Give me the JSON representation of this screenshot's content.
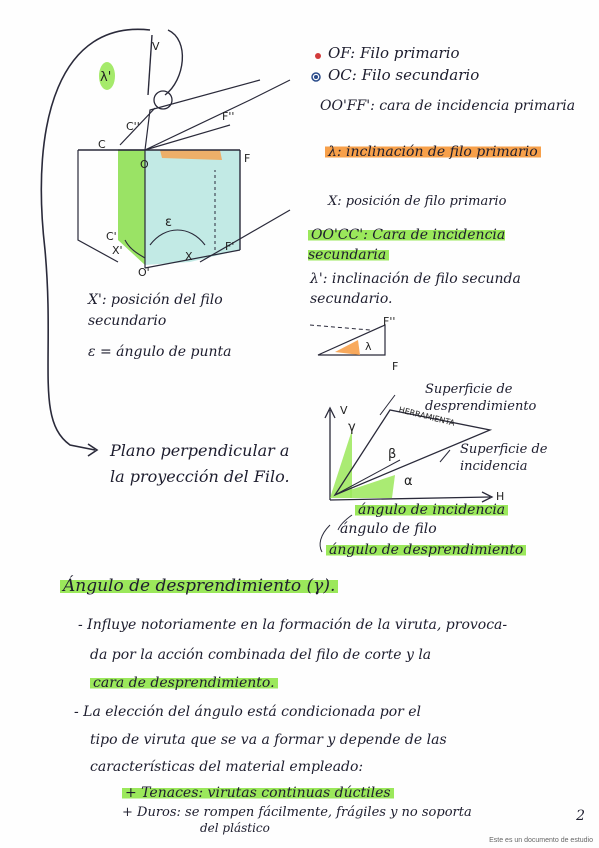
{
  "legend": {
    "of": "OF: Filo primario",
    "oc": "OC: Filo secundario",
    "cara1": "OO'FF': cara de incidencia primaria",
    "lambda": "λ: inclinación de filo primario",
    "x": "X: posición de filo primario",
    "cara2": "OO'CC': Cara de incidencia secundaria",
    "lambda2": "λ': inclinación de filo secunda secundario."
  },
  "left_notes": {
    "x1": "X': posición del filo secundario",
    "eps": "ε = ángulo de punta",
    "plano": "Plano perpendicular a la proyección del Filo."
  },
  "diagram_labels": {
    "lambda1": "λ'",
    "v": "V",
    "c2": "C''",
    "c": "C",
    "o": "O",
    "f2": "F''",
    "f": "F",
    "eps": "ε",
    "c1": "C'",
    "x1": "X'",
    "x": "X",
    "f1": "F'",
    "o1": "O'",
    "tri_f": "F''",
    "tri_lambda": "λ",
    "tri_f1": "F"
  },
  "tool": {
    "sup_desp": "Superficie de desprendimiento",
    "herramienta": "HERRAMIENTA",
    "sup_inc": "Superficie de incidencia",
    "v": "V",
    "h": "H",
    "gamma": "γ",
    "beta": "β",
    "alpha": "α",
    "ang_inc": "ángulo de incidencia",
    "ang_filo": "ángulo de filo",
    "ang_desp": "ángulo de desprendimiento"
  },
  "section": {
    "title": "Ángulo de desprendimiento (γ).",
    "b1_l1": "- Influye notoriamente en la formación de la viruta, provoca-",
    "b1_l2": "da por la acción combinada del filo de corte y la",
    "b1_l3": "cara de desprendimiento.",
    "b2_l1": "- La elección del ángulo está condicionada por el",
    "b2_l2": "tipo de viruta que se va a formar y depende de las",
    "b2_l3": "características del material empleado:",
    "b3": "+ Tenaces: virutas continuas dúctiles",
    "b4": "+ Duros: se rompen fácilmente, frágiles y no soporta",
    "b4_l2": "del plástico"
  },
  "page_number": "2",
  "footer": "Este es un documento de estudio",
  "colors": {
    "green": "#9be85b",
    "orange": "#f7a04a",
    "teal": "#bfe9e4"
  }
}
